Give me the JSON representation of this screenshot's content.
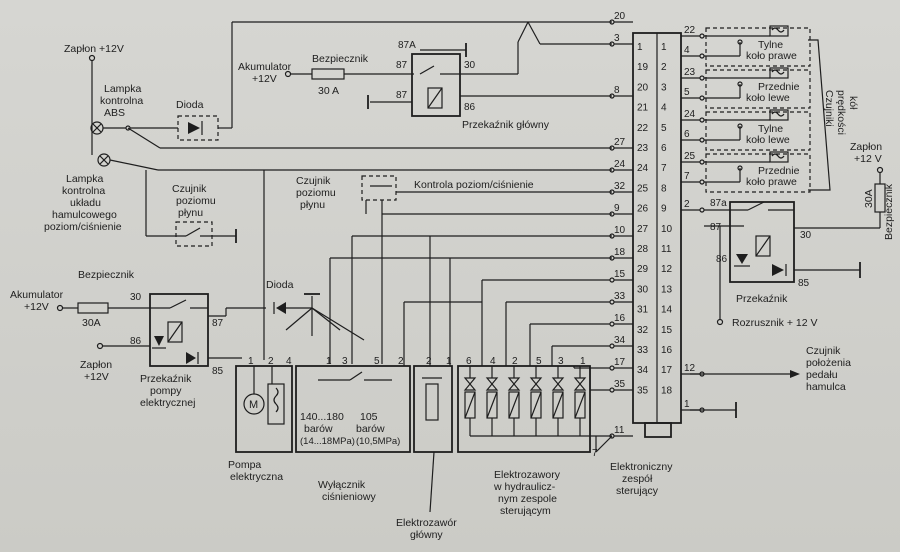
{
  "labels": {
    "zaplon1": "Zapłon +12V",
    "lampka_abs": [
      "Lampka",
      "kontrolna",
      "ABS"
    ],
    "dioda": "Dioda",
    "akumulator1": [
      "Akumulator",
      "+12V"
    ],
    "bezpiecznik1": "Bezpiecznik",
    "fuse1": "30 A",
    "relay_main": "Przekaźnik główny",
    "lampka_ukl": [
      "Lampka",
      "kontrolna",
      "układu",
      "hamulcowego",
      "poziom/ciśnienie"
    ],
    "czujnik_plynu": [
      "Czujnik",
      "poziomu",
      "płynu"
    ],
    "czujnik_plynu2": [
      "Czujnik",
      "poziomu",
      "płynu"
    ],
    "kontrola": "Kontrola poziom/ciśnienie",
    "akumulator2": [
      "Akumulator",
      "+12V"
    ],
    "bezpiecznik2": "Bezpiecznik",
    "fuse2": "30A",
    "zaplon2": [
      "Zapłon",
      "+12V"
    ],
    "relay_pompy": [
      "Przekaźnik",
      "pompy",
      "elektrycznej"
    ],
    "dioda2": "Dioda",
    "pompa": [
      "Pompa",
      "elektryczna"
    ],
    "wylacznik": [
      "Wyłącznik",
      "ciśnieniowy"
    ],
    "p1": [
      "140...180",
      "barów",
      "(14...18MPa)"
    ],
    "p2": [
      "105",
      "barów",
      "(10,5MPa)"
    ],
    "elektrozawor_glowny": [
      "Elektrozawór",
      "główny"
    ],
    "elektrozawory": [
      "Elektrozawory",
      "w hydraulicz-",
      "nym zespole",
      "sterującym"
    ],
    "ecu": [
      "Elektroniczny",
      "zespół",
      "sterujący"
    ],
    "czujniki_predkosci": [
      "Czujniki",
      "prędkości",
      "kół"
    ],
    "tylne_prawe": [
      "Tylne",
      "koło prawe"
    ],
    "przednie_lewe": [
      "Przednie",
      "koło lewe"
    ],
    "tylne_lewe": [
      "Tylne",
      "koło lewe"
    ],
    "przednie_prawe": [
      "Przednie",
      "koło prawe"
    ],
    "zaplon3": [
      "Zapłon",
      "+12 V"
    ],
    "fuse3": "30A",
    "bezpiecznik3": "Bezpiecznik",
    "relay3": "Przekaźnik",
    "rozrusznik": "Rozrusznik + 12 V",
    "czujnik_pedalu": [
      "Czujnik",
      "położenia",
      "pedału",
      "hamulca"
    ]
  },
  "ecu_pins": {
    "left": [
      "20",
      "3",
      "8",
      "27",
      "24",
      "32",
      "9",
      "10",
      "18",
      "15",
      "33",
      "16",
      "34",
      "17",
      "35",
      "11"
    ],
    "inner_left": [
      "1",
      "19",
      "20",
      "21",
      "22",
      "23",
      "24",
      "25",
      "26",
      "27",
      "28",
      "29",
      "30",
      "31",
      "32",
      "33",
      "34",
      "35"
    ],
    "inner_right": [
      "1",
      "2",
      "3",
      "4",
      "5",
      "6",
      "7",
      "8",
      "9",
      "10",
      "11",
      "12",
      "13",
      "14",
      "15",
      "16",
      "17",
      "18"
    ],
    "right": [
      "22",
      "4",
      "23",
      "5",
      "24",
      "6",
      "25",
      "7",
      "2",
      "12",
      "1"
    ]
  },
  "relay_pins": {
    "main": [
      "87A",
      "87",
      "30",
      "87",
      "86"
    ],
    "pompy": [
      "30",
      "86",
      "87",
      "85"
    ],
    "r3": [
      "87a",
      "87",
      "30",
      "86",
      "85"
    ]
  },
  "connector_pins": {
    "pompa": [
      "1",
      "2",
      "4"
    ],
    "wylacznik": [
      "1",
      "3",
      "5",
      "2"
    ],
    "zawor": [
      "2",
      "1"
    ],
    "zawory": [
      "6",
      "4",
      "2",
      "5",
      "3",
      "1"
    ],
    "misc": [
      "7"
    ]
  }
}
